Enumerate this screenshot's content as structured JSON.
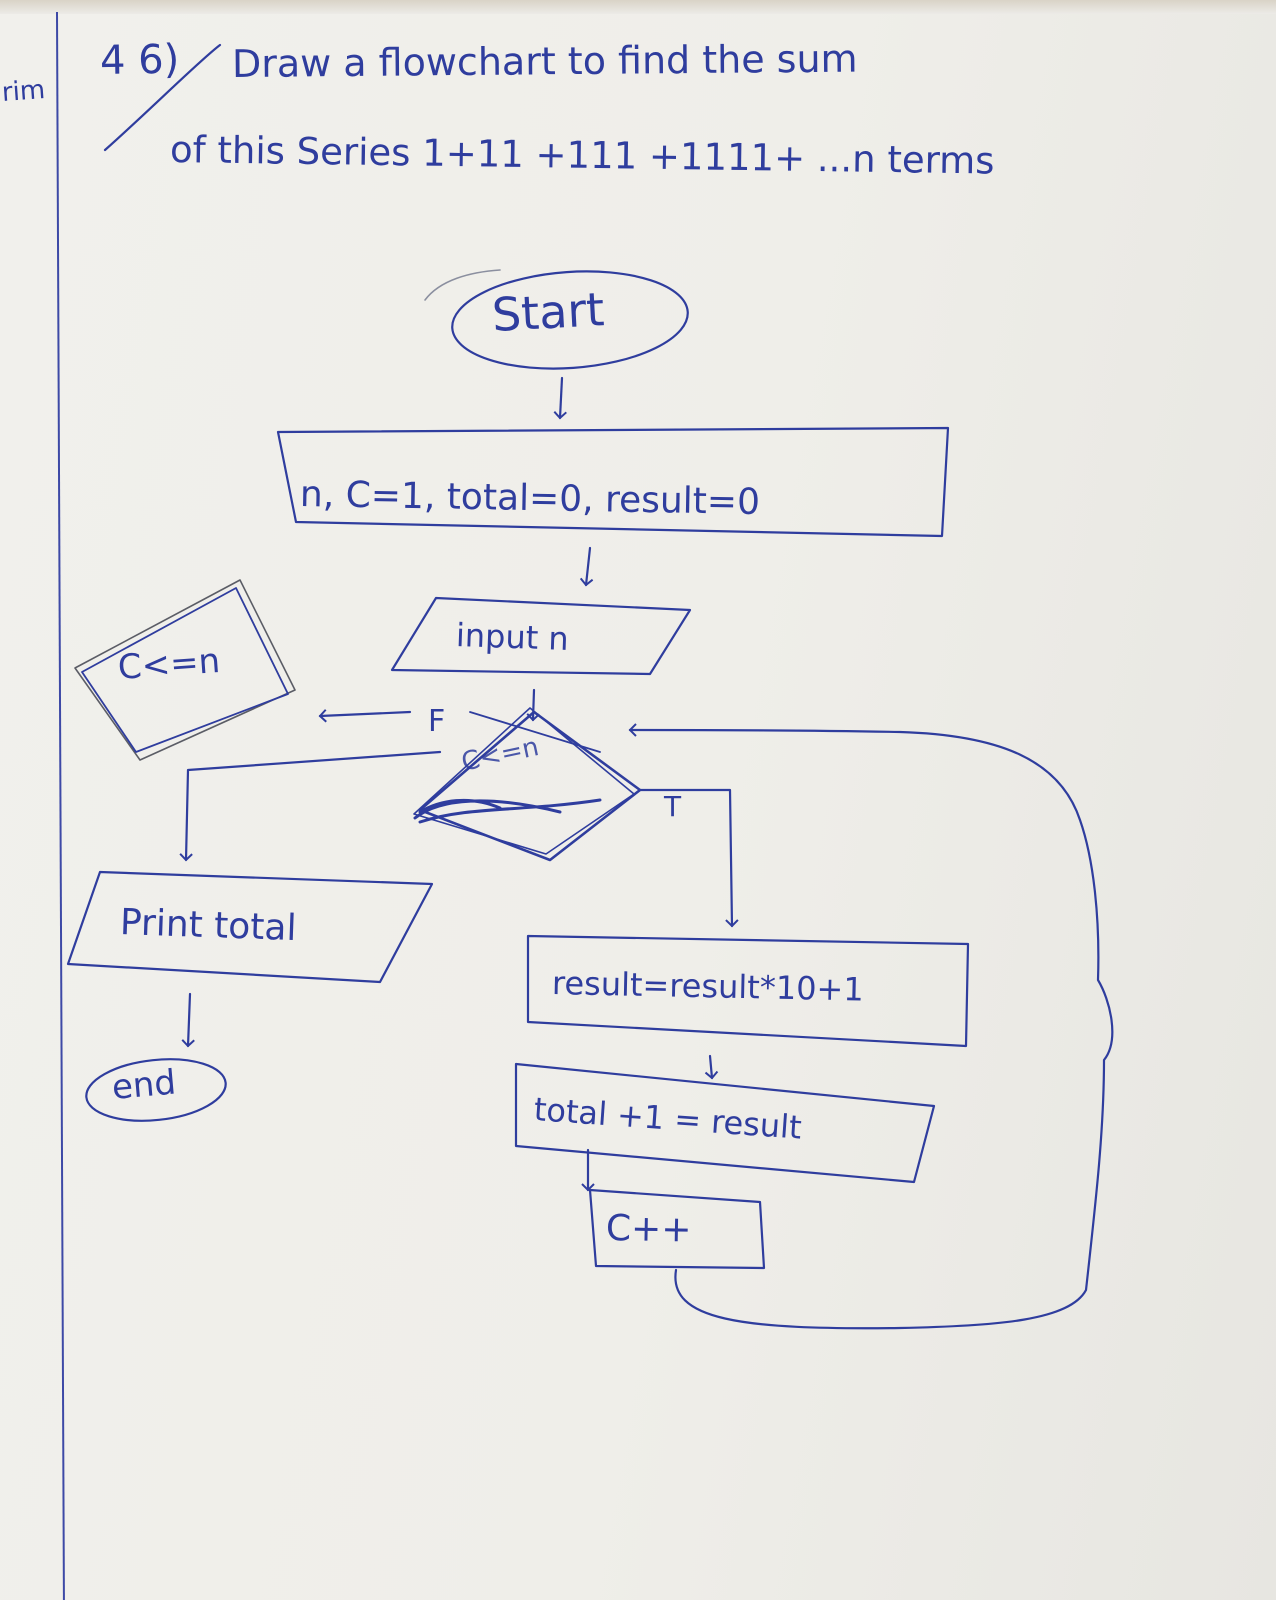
{
  "question": {
    "number": "4 6)",
    "line1": "Draw a flowchart to find the sum",
    "line2": "of this Series 1+11 +111 +1111+ ...n terms"
  },
  "margin_note": "rim",
  "flowchart": {
    "start": "Start",
    "init": "n, C=1, total=0, result=0",
    "input": "input n",
    "decision": "C<=n",
    "aside_decision": "C<=n",
    "false_label": "F",
    "true_label": "T",
    "print": "Print total",
    "end": "end",
    "step1": "result=result*10+1",
    "step2": "total +1 = result",
    "step3": "C++"
  },
  "colors": {
    "ink": "#2f3d9e",
    "paper": "#efeee9"
  }
}
